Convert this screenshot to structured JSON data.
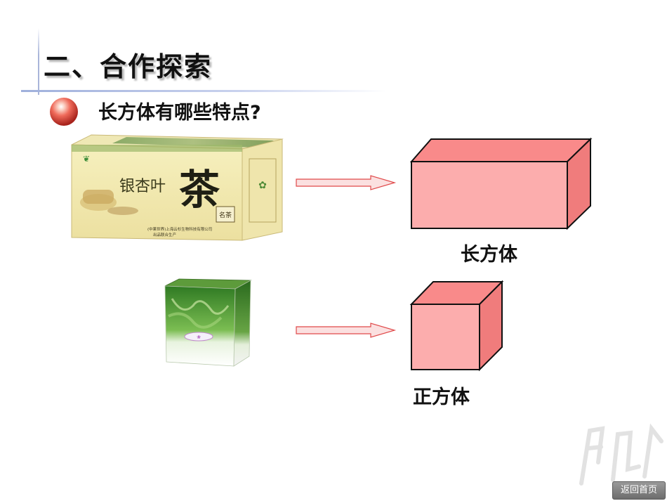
{
  "title": "二、合作探索",
  "subtitle": "长方体有哪些特点?",
  "package_1": {
    "brand": "银杏叶",
    "big_char": "茶",
    "side_text": "名茶",
    "footnote_1": "(中果世界)上海云杉生物科技有限公司",
    "footnote_2": "出品联合生产"
  },
  "labels": {
    "cuboid": "长方体",
    "cube": "正方体"
  },
  "home_button": "返回首页",
  "colors": {
    "shape_front": "#fcadad",
    "shape_top": "#f98a8a",
    "shape_side": "#f07c7c",
    "arrow_fill": "#fbe0e0",
    "arrow_stroke": "#e0494a",
    "box_cream": "#f3ecb0",
    "cube_green": "#3f8a2a"
  },
  "icons": {
    "bullet": "red-sphere-bullet-icon",
    "arrows": "right-arrow-icon"
  }
}
